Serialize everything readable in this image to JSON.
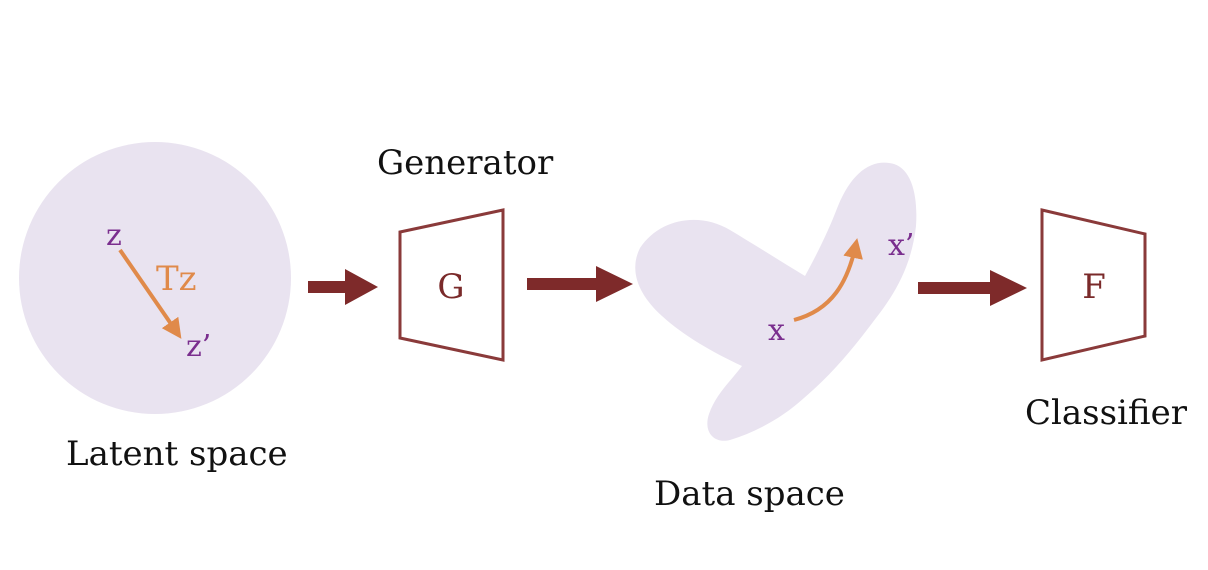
{
  "labels": {
    "latent_space": "Latent space",
    "generator": "Generator",
    "data_space": "Data space",
    "classifier": "Classifier"
  },
  "latent": {
    "z": "z",
    "z_prime": "z’",
    "transform": "Tz"
  },
  "data": {
    "x": "x",
    "x_prime": "x’"
  },
  "boxes": {
    "generator_letter": "G",
    "classifier_letter": "F"
  },
  "colors": {
    "region_fill": "#e9e3f0",
    "arrow_dark": "#7e2a2a",
    "transform_orange": "#e08a4a",
    "variable_purple": "#7a2e8e",
    "box_stroke": "#8a3a3a"
  }
}
